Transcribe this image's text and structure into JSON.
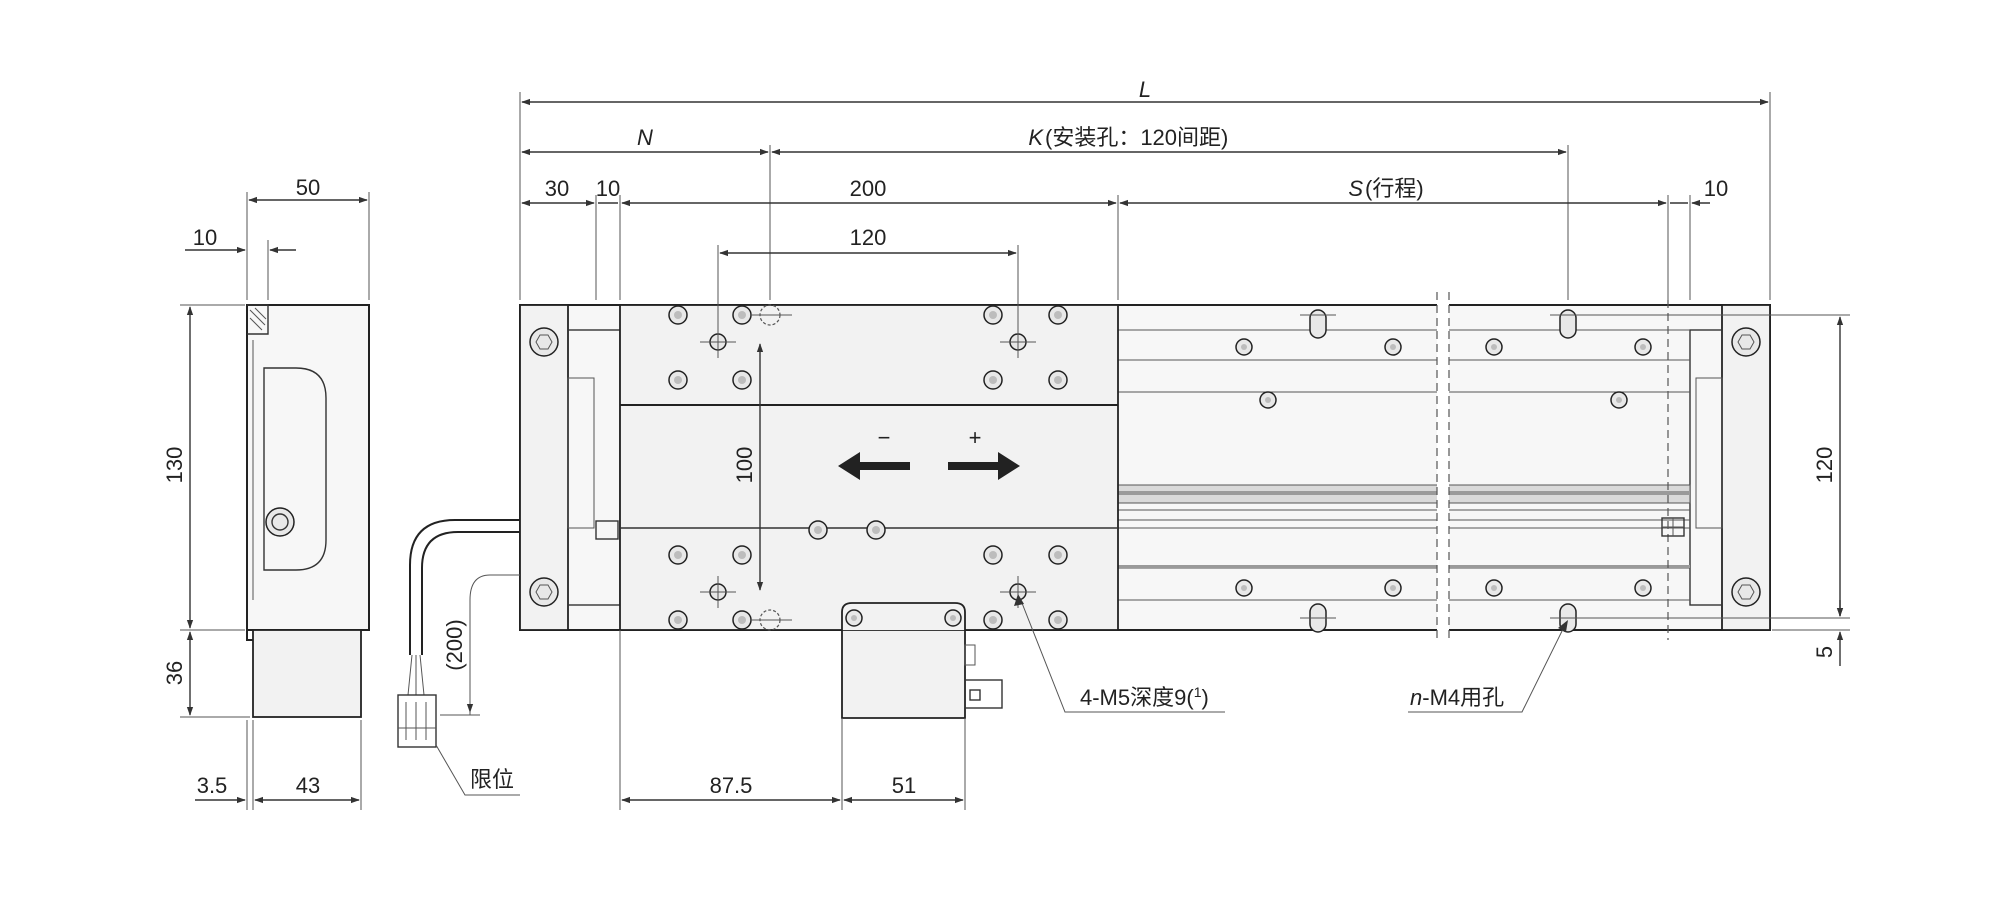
{
  "labels": {
    "L": "L",
    "N": "N",
    "K_letter": "K",
    "K_note": "(安装孔：120间距)",
    "S_letter": "S",
    "S_note": "(行程)",
    "d30": "30",
    "d10a": "10",
    "d200": "200",
    "d10b": "10",
    "d120_top": "120",
    "d50": "50",
    "d10_side": "10",
    "d130": "130",
    "d36": "36",
    "d3_5": "3.5",
    "d43": "43",
    "d100": "100",
    "d120_right": "120",
    "d5": "5",
    "d200_cable": "(200)",
    "d87_5": "87.5",
    "d51": "51",
    "minus": "−",
    "plus": "+",
    "limit": "限位",
    "m5_text": "4-M5深度9(",
    "m5_sup": "1",
    "m5_close": ")",
    "m4_n": "n",
    "m4_text": "-M4用孔"
  }
}
